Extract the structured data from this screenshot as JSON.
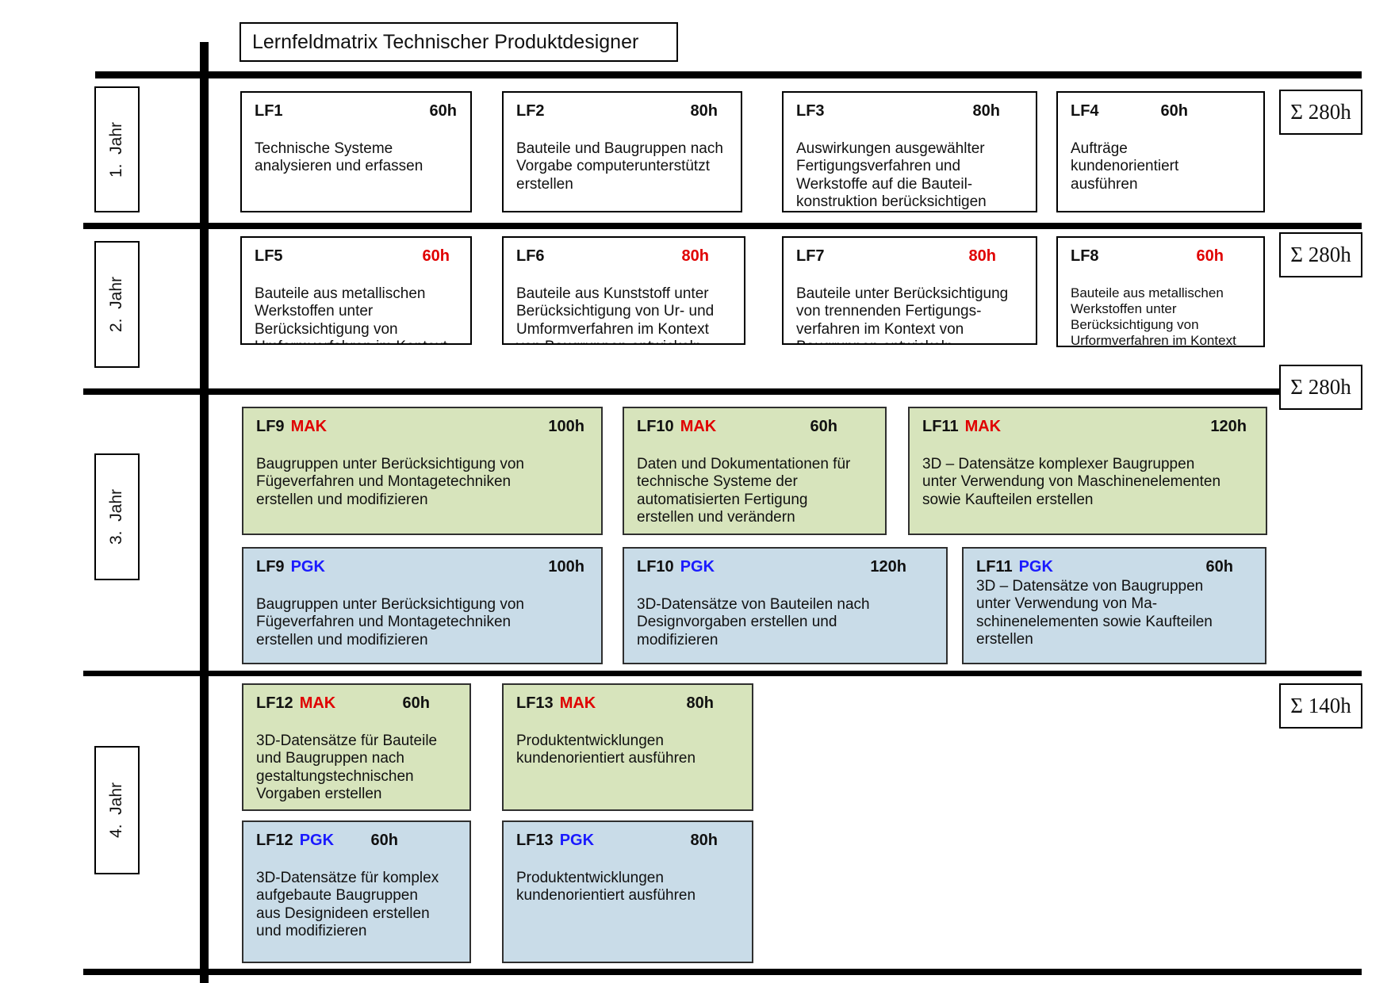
{
  "title": "Lernfeldmatrix Technischer Produktdesigner",
  "colors": {
    "mak_red": "#e00000",
    "pgk_blue": "#1a1aff",
    "row2_hours_red": "#e00000",
    "box_green": "#d7e4bc",
    "box_blue": "#c9dce8"
  },
  "years": [
    {
      "label": "1.  Jahr"
    },
    {
      "label": "2.  Jahr"
    },
    {
      "label": "3.  Jahr"
    },
    {
      "label": "4.  Jahr"
    }
  ],
  "sums": [
    {
      "label": "Σ 280h"
    },
    {
      "label": "Σ 280h"
    },
    {
      "label": "Σ 280h"
    },
    {
      "label": "Σ 140h"
    }
  ],
  "boxes": {
    "lf1": {
      "code": "LF1",
      "hours": "60h",
      "body": "Technische Systeme\nanalysieren und erfassen"
    },
    "lf2": {
      "code": "LF2",
      "hours": "80h",
      "body": "Bauteile und Baugruppen nach\nVorgabe computerunterstützt\nerstellen"
    },
    "lf3": {
      "code": "LF3",
      "hours": "80h",
      "body": "Auswirkungen ausgewählter\nFertigungsverfahren und\nWerkstoffe auf die Bauteil-\nkonstruktion berücksichtigen"
    },
    "lf4": {
      "code": "LF4",
      "hours": "60h",
      "body": "Aufträge\nkundenorientiert\nausführen"
    },
    "lf5": {
      "code": "LF5",
      "hours": "60h",
      "body": "Bauteile aus metallischen\nWerkstoffen unter\nBerücksichtigung von\nUmformverfahren im Kontext\nvon Baugruppen entwickeln"
    },
    "lf6": {
      "code": "LF6",
      "hours": "80h",
      "body": "Bauteile aus Kunststoff unter\nBerücksichtigung von Ur- und\nUmformverfahren im Kontext\nvon Baugruppen entwickeln"
    },
    "lf7": {
      "code": "LF7",
      "hours": "80h",
      "body": "Bauteile unter Berücksichtigung\nvon trennenden Fertigungs-\nverfahren im Kontext von\nBaugruppen entwickeln"
    },
    "lf8": {
      "code": "LF8",
      "hours": "60h",
      "body": "Bauteile aus metallischen\nWerkstoffen unter\nBerücksichtigung von\nUrformverfahren im Kontext\nvon Baugruppen entwickeln"
    },
    "lf9m": {
      "code": "LF9",
      "tag": "MAK",
      "hours": "100h",
      "body": "Baugruppen unter Berücksichtigung von\nFügeverfahren und Montagetechniken\nerstellen und modifizieren"
    },
    "lf10m": {
      "code": "LF10",
      "tag": "MAK",
      "hours": "60h",
      "body": "Daten und Dokumentationen für\ntechnische Systeme der\nautomatisierten Fertigung\nerstellen und verändern"
    },
    "lf11m": {
      "code": "LF11",
      "tag": "MAK",
      "hours": "120h",
      "body": "3D – Datensätze komplexer Baugruppen\nunter Verwendung von Maschinenelementen\nsowie Kaufteilen erstellen"
    },
    "lf9p": {
      "code": "LF9",
      "tag": "PGK",
      "hours": "100h",
      "body": "Baugruppen unter Berücksichtigung von\nFügeverfahren und Montagetechniken\nerstellen und modifizieren"
    },
    "lf10p": {
      "code": "LF10",
      "tag": "PGK",
      "hours": "120h",
      "body": "3D-Datensätze von Bauteilen nach\nDesignvorgaben erstellen und\nmodifizieren"
    },
    "lf11p": {
      "code": "LF11",
      "tag": "PGK",
      "hours": "60h",
      "body": "3D – Datensätze von Baugruppen\nunter Verwendung von Ma-\nschinenelementen sowie Kaufteilen\nerstellen"
    },
    "lf12m": {
      "code": "LF12",
      "tag": "MAK",
      "hours": "60h",
      "body": "3D-Datensätze für Bauteile\nund Baugruppen nach\ngestaltungstechnischen\nVorgaben erstellen"
    },
    "lf13m": {
      "code": "LF13",
      "tag": "MAK",
      "hours": "80h",
      "body": "Produktentwicklungen\nkundenorientiert ausführen"
    },
    "lf12p": {
      "code": "LF12",
      "tag": "PGK",
      "hours": "60h",
      "body": "3D-Datensätze für komplex\naufgebaute Baugruppen\naus Designideen erstellen\nund modifizieren"
    },
    "lf13p": {
      "code": "LF13",
      "tag": "PGK",
      "hours": "80h",
      "body": "Produktentwicklungen\nkundenorientiert ausführen"
    }
  }
}
